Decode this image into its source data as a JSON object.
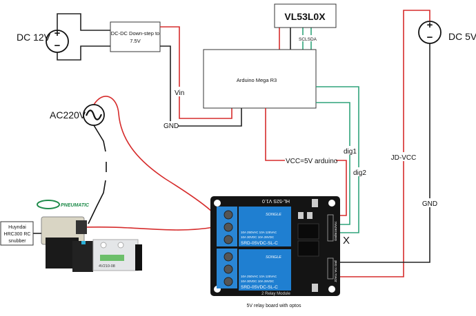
{
  "sources": {
    "dc12v": "DC 12V",
    "dc5v": "DC 5V",
    "ac220v": "AC220V",
    "plus": "+",
    "minus": "−"
  },
  "boxes": {
    "dcdc_line1": "DC-DC Down-step to",
    "dcdc_line2": "7.5V",
    "arduino": "Arduino Mega R3",
    "sensor": "VL53L0X",
    "snubber_line1": "Huyndai",
    "snubber_line2": "HRC300 RC",
    "snubber_line3": "snubber"
  },
  "wire_labels": {
    "vin": "Vin",
    "gnd_left": "GND",
    "scl_sda": "SCLSDA",
    "vcc_arduino": "VCC=5V arduino",
    "dig1": "dig1",
    "dig2": "dig2",
    "jd_vcc": "JD-VCC",
    "gnd_right": "GND",
    "disconnected_mark": "X"
  },
  "relay_board": {
    "caption": "5V relay board with optos",
    "model": "HL-52S V1.0",
    "bottom_text": "2 Relay Module",
    "relay_brand": "SONGLE",
    "rating1": "10A 250VAC  10A 125VAC",
    "rating2": "10A 30VDC  10A 28VDC",
    "relay_model": "SRD-05VDC-SL-C",
    "header_top": "GndIn1In2Vcc",
    "header_bottom": "JDVcc Vcc Gnd"
  },
  "valve": {
    "brand": "PNEUMATIC",
    "model": "4V210-08"
  },
  "colors": {
    "power_wire": "#d62b2b",
    "ground_wire": "#222222",
    "signal_wire": "#2fa37a",
    "relay_blue": "#1f7fd1",
    "board_black": "#141414"
  }
}
